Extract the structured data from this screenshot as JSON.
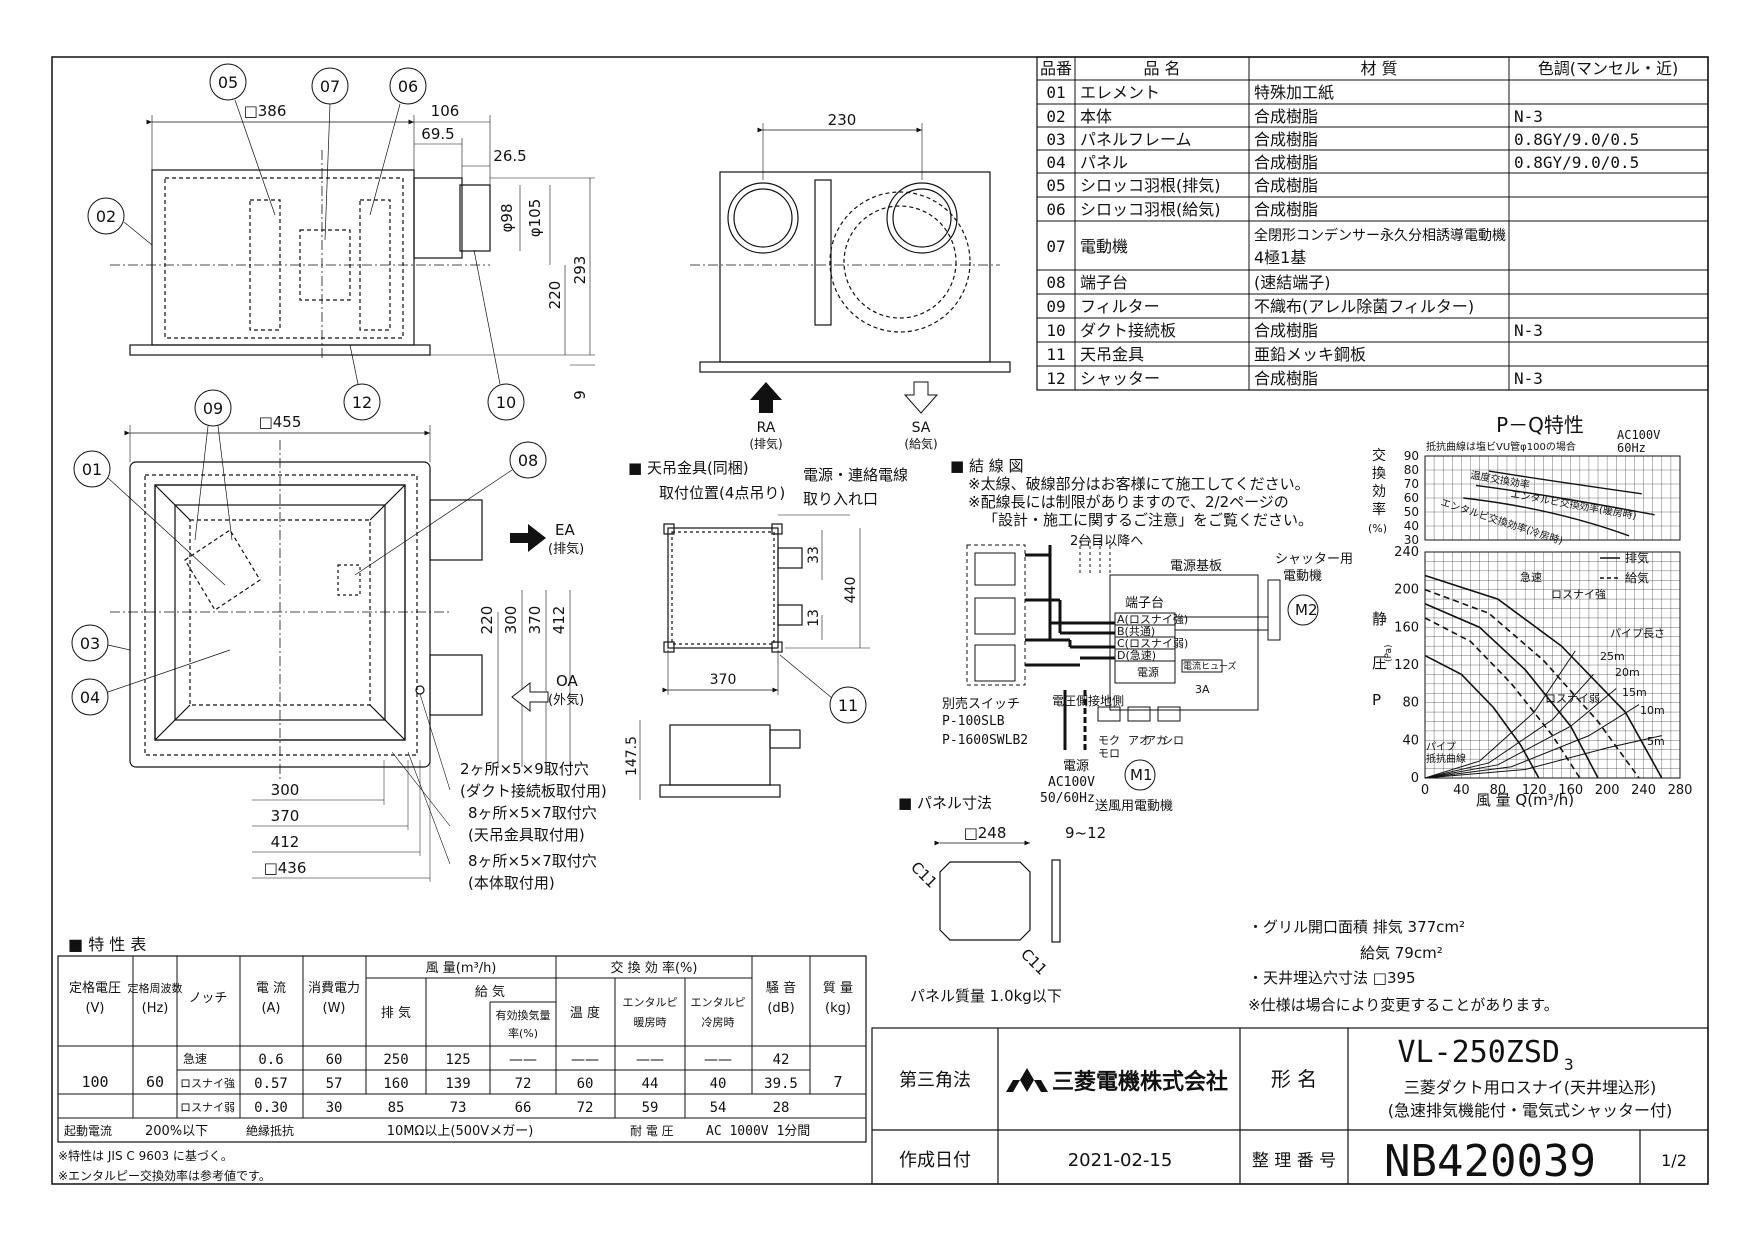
{
  "parts_table": {
    "headers": [
      "品番",
      "品  名",
      "材  質",
      "色調(マンセル・近)"
    ],
    "rows": [
      {
        "no": "01",
        "name": "エレメント",
        "material": "特殊加工紙",
        "color": ""
      },
      {
        "no": "02",
        "name": "本体",
        "material": "合成樹脂",
        "color": "N-3"
      },
      {
        "no": "03",
        "name": "パネルフレーム",
        "material": "合成樹脂",
        "color": "0.8GY/9.0/0.5"
      },
      {
        "no": "04",
        "name": "パネル",
        "material": "合成樹脂",
        "color": "0.8GY/9.0/0.5"
      },
      {
        "no": "05",
        "name": "シロッコ羽根(排気)",
        "material": "合成樹脂",
        "color": ""
      },
      {
        "no": "06",
        "name": "シロッコ羽根(給気)",
        "material": "合成樹脂",
        "color": ""
      },
      {
        "no": "07",
        "name": "電動機",
        "material": "全閉形コンデンサー永久分相誘導電動機",
        "material2": "4極1基",
        "color": ""
      },
      {
        "no": "08",
        "name": "端子台",
        "material": "(速結端子)",
        "color": ""
      },
      {
        "no": "09",
        "name": "フィルター",
        "material": "不織布(アレル除菌フィルター)",
        "color": ""
      },
      {
        "no": "10",
        "name": "ダクト接続板",
        "material": "合成樹脂",
        "color": "N-3"
      },
      {
        "no": "11",
        "name": "天吊金具",
        "material": "亜鉛メッキ鋼板",
        "color": ""
      },
      {
        "no": "12",
        "name": "シャッター",
        "material": "合成樹脂",
        "color": "N-3"
      }
    ]
  },
  "drawing": {
    "callouts": [
      "05",
      "07",
      "06",
      "02",
      "12",
      "10",
      "09",
      "01",
      "08",
      "03",
      "04",
      "11"
    ],
    "dims_top": {
      "d386": "□386",
      "d106": "106",
      "d69": "69.5",
      "d26": "26.5",
      "d98": "φ98",
      "d105": "φ105",
      "d220": "220",
      "d293": "293",
      "d9": "9"
    },
    "dims_plan": {
      "d455": "□455",
      "d220": "220",
      "d300": "300",
      "d370": "370",
      "d412": "412",
      "b300": "300",
      "b370": "370",
      "b412": "412",
      "b436": "□436"
    },
    "front_230": "230",
    "ra_label": "RA",
    "ra_sub": "(排気)",
    "sa_label": "SA",
    "sa_sub": "(給気)",
    "ea_label": "EA",
    "ea_sub": "(排気)",
    "oa_label": "OA",
    "oa_sub": "(外気)",
    "hole_notes": [
      "2ヶ所×5×9取付穴",
      "(ダクト接続板取付用)",
      "8ヶ所×5×7取付穴",
      "(天吊金具取付用)",
      "8ヶ所×5×7取付穴",
      "(本体取付用)"
    ],
    "hanger_title": "■ 天吊金具(同梱)",
    "hanger_sub": "取付位置(4点吊り)",
    "power_note1": "電源・連絡電線",
    "power_note2": "取り入れ口",
    "hanger_dims": {
      "d33": "33",
      "d440": "440",
      "d13": "13",
      "d370": "370",
      "d147": "147.5"
    },
    "panel_title": "■ パネル寸法",
    "panel_dims": {
      "d248": "□248",
      "d912": "9~12",
      "c11a": "C11",
      "c11b": "C11"
    },
    "panel_mass": "パネル質量 1.0kg以下"
  },
  "wiring": {
    "title": "■ 結 線 図",
    "notes": [
      "※太線、破線部分はお客様にて施工してください。",
      "※配線長には制限がありますので、2/2ページの",
      "「設計・施工に関するご注意」をご覧ください。"
    ],
    "second_unit": "2台目以降へ",
    "board": "電源基板",
    "shutter": "シャッター用",
    "shutter2": "電動機",
    "terminal": "端子台",
    "terms": [
      "A(ロスナイ強)",
      "B(共通)",
      "C(ロスナイ弱)",
      "D(急速)"
    ],
    "power_label": "電源",
    "fuse": "電流ヒューズ",
    "fuse_a": "3A",
    "switch_title": "別売スイッチ",
    "switches": [
      "P-100SLB",
      "P-1600SWLB2"
    ],
    "voltage_side": "電圧側",
    "ground_side": "接地側",
    "supply": "電源",
    "supply_v": "AC100V",
    "supply_hz": "50/60Hz",
    "m1": "M1",
    "m2": "M2",
    "motor_name": "送風用電動機",
    "motor_labels": [
      "モク",
      "モロ",
      "アオ",
      "アカ",
      "シロ"
    ]
  },
  "pq": {
    "title": "P－Q特性",
    "ac": "AC100V",
    "hz": "60Hz",
    "eff_note": "抵抗曲線は塩ビVU管φ100の場合",
    "eff_label": [
      "交",
      "換",
      "効",
      "率",
      "(%)"
    ],
    "eff_curves": [
      "温度交換効率",
      "エンタルピ交換効率(暖房時)",
      "エンタルピ交換効率(冷房時)"
    ],
    "legend": [
      "排気",
      "給気"
    ],
    "curve_labels": [
      "急速",
      "ロスナイ強",
      "ロスナイ弱"
    ],
    "pipe_title": "パイプ長さ",
    "pipe_lengths": [
      "25m",
      "20m",
      "15m",
      "10m",
      "5m"
    ],
    "pipe_res": "パイプ",
    "pipe_res2": "抵抗曲線",
    "sp_label": [
      "静",
      "圧",
      "P"
    ],
    "pa": "(Pa)",
    "xlabel": "風 量 Q(m³/h)"
  },
  "chart_data": {
    "type": "line",
    "title": "P－Q特性",
    "xlabel": "風 量 Q(m³/h)",
    "ylabel": "静圧 P (Pa)",
    "xlim": [
      0,
      280
    ],
    "ylim": [
      0,
      240
    ],
    "x_ticks": [
      "0",
      "40",
      "80",
      "120",
      "160",
      "200",
      "240",
      "280"
    ],
    "y_ticks": [
      "0",
      "40",
      "80",
      "120",
      "160",
      "200",
      "240"
    ],
    "eff_ticks": [
      "90",
      "80",
      "70",
      "60",
      "50",
      "40",
      "30"
    ],
    "series": [
      {
        "name": "急速",
        "style": "排気",
        "x": [
          0,
          80,
          150,
          220,
          260
        ],
        "y": [
          215,
          190,
          140,
          70,
          0
        ]
      },
      {
        "name": "ロスナイ強",
        "style": "排気",
        "x": [
          0,
          60,
          110,
          160,
          190
        ],
        "y": [
          185,
          160,
          115,
          55,
          0
        ]
      },
      {
        "name": "ロスナイ弱",
        "style": "排気",
        "x": [
          0,
          40,
          75,
          105,
          125
        ],
        "y": [
          130,
          110,
          75,
          35,
          0
        ]
      },
      {
        "name": "急速",
        "style": "給気",
        "x": [
          0,
          70,
          130,
          190,
          235
        ],
        "y": [
          200,
          175,
          125,
          60,
          0
        ]
      },
      {
        "name": "ロスナイ強",
        "style": "給気",
        "x": [
          0,
          50,
          95,
          140,
          170
        ],
        "y": [
          170,
          145,
          100,
          45,
          0
        ]
      }
    ],
    "resistance_curves": [
      {
        "label": "25m",
        "x": [
          0,
          60,
          120,
          165
        ],
        "y": [
          0,
          18,
          70,
          135
        ]
      },
      {
        "label": "20m",
        "x": [
          0,
          70,
          140,
          185
        ],
        "y": [
          0,
          16,
          62,
          110
        ]
      },
      {
        "label": "15m",
        "x": [
          0,
          80,
          160,
          210
        ],
        "y": [
          0,
          14,
          55,
          95
        ]
      },
      {
        "label": "10m",
        "x": [
          0,
          95,
          180,
          235
        ],
        "y": [
          0,
          12,
          45,
          78
        ]
      },
      {
        "label": "5m",
        "x": [
          0,
          110,
          200,
          260
        ],
        "y": [
          0,
          9,
          32,
          45
        ]
      }
    ],
    "grid": true
  },
  "spec": {
    "title": "■ 特 性 表",
    "h_volt": "定格電圧",
    "h_volt_u": "(V)",
    "h_freq": "定格周波数",
    "h_freq_u": "(Hz)",
    "h_notch": "ノッチ",
    "h_cur": "電 流",
    "h_cur_u": "(A)",
    "h_pow": "消費電力",
    "h_pow_u": "(W)",
    "h_air": "風 量(m³/h)",
    "h_exh": "排 気",
    "h_sup": "給 気",
    "h_eff_air": "有効換気量",
    "h_eff_air2": "率(%)",
    "h_xeff": "交 換 効 率(%)",
    "h_temp": "温 度",
    "h_ent": "エンタルピ",
    "h_heat": "暖房時",
    "h_cool": "冷房時",
    "h_noise": "騒 音",
    "h_noise_u": "(dB)",
    "h_mass": "質 量",
    "h_mass_u": "(kg)",
    "volt": "100",
    "freq": "60",
    "mass": "7",
    "rows": [
      {
        "notch": "急速",
        "cur": "0.6",
        "pow": "60",
        "exh": "250",
        "sup": "125",
        "eff": "——",
        "temp": "——",
        "heat": "——",
        "cool": "——",
        "noise": "42"
      },
      {
        "notch": "ロスナイ強",
        "cur": "0.57",
        "pow": "57",
        "exh": "160",
        "sup": "139",
        "eff": "72",
        "temp": "60",
        "heat": "44",
        "cool": "40",
        "noise": "39.5"
      },
      {
        "notch": "ロスナイ弱",
        "cur": "0.30",
        "pow": "30",
        "exh": "85",
        "sup": "73",
        "eff": "66",
        "temp": "72",
        "heat": "59",
        "cool": "54",
        "noise": "28"
      }
    ],
    "start_cur": "起動電流",
    "start_val": "200%以下",
    "ins_res": "絶縁抵抗",
    "ins_val": "10MΩ以上(500Vメガー)",
    "withstand": "耐 電 圧",
    "withstand_val": "AC 1000V 1分間",
    "notes": [
      "※特性は JIS C 9603 に基づく。",
      "※エンタルピー交換効率は参考値です。"
    ]
  },
  "side_notes": {
    "grill": "・グリル開口面積 排気 377cm²",
    "grill2": "給気 79cm²",
    "ceiling": "・天井埋込穴寸法 □395",
    "change": "※仕様は場合により変更することがあります。"
  },
  "title_block": {
    "projection": "第三角法",
    "company": "三菱電機株式会社",
    "model_label": "形 名",
    "model": "VL-250ZSD",
    "model_sub": "3",
    "desc1": "三菱ダクト用ロスナイ(天井埋込形)",
    "desc2": "(急速排気機能付・電気式シャッター付)",
    "date_label": "作成日付",
    "date": "2021-02-15",
    "doc_label": "整 理 番 号",
    "doc_no": "NB420039",
    "page": "1/2"
  }
}
